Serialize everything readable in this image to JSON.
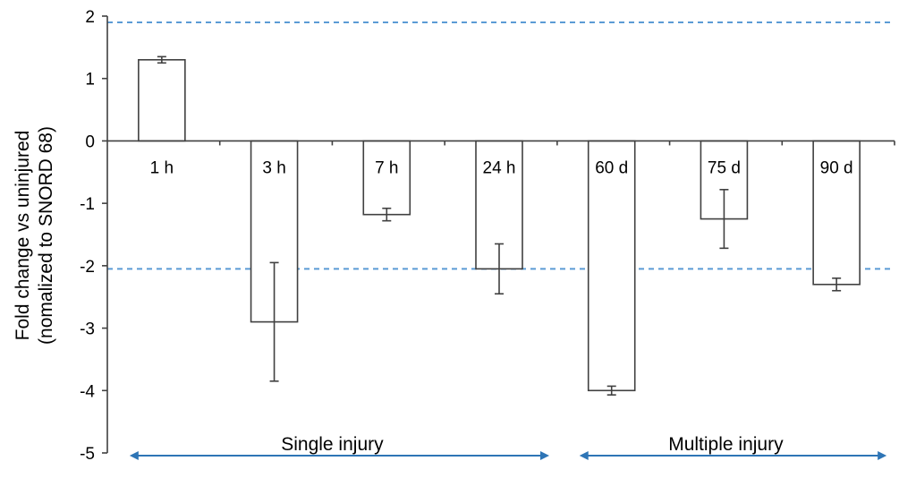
{
  "chart_data": {
    "type": "bar",
    "title": "",
    "xlabel": "",
    "ylabel_lines": [
      "Fold change vs uninjured",
      "(nomalized to SNORD 68)"
    ],
    "ylim": [
      -5,
      2
    ],
    "yticks": [
      "2",
      "1",
      "0",
      "-1",
      "-2",
      "-3",
      "-4",
      "-5"
    ],
    "ytick_values": [
      2,
      1,
      0,
      -1,
      -2,
      -3,
      -4,
      -5
    ],
    "categories": [
      "1 h",
      "3 h",
      "7 h",
      "24 h",
      "60 d",
      "75 d",
      "90 d"
    ],
    "values": [
      1.3,
      -2.9,
      -1.18,
      -2.05,
      -4.0,
      -1.25,
      -2.3
    ],
    "errors": [
      0.05,
      0.95,
      0.1,
      0.4,
      0.07,
      0.47,
      0.1
    ],
    "reference_lines": [
      1.9,
      -2.05
    ],
    "groups": [
      {
        "label": "Single injury",
        "categories": [
          "1 h",
          "3 h",
          "7 h",
          "24 h"
        ]
      },
      {
        "label": "Multiple injury",
        "categories": [
          "60 d",
          "75 d",
          "90 d"
        ]
      }
    ],
    "grid": false,
    "legend": "none",
    "colors": {
      "bar_fill": "#ffffff",
      "bar_stroke": "#404040",
      "axis": "#404040",
      "error_bar": "#404040",
      "reference_line": "#5b9bd5",
      "group_arrow": "#2e75b6"
    }
  }
}
